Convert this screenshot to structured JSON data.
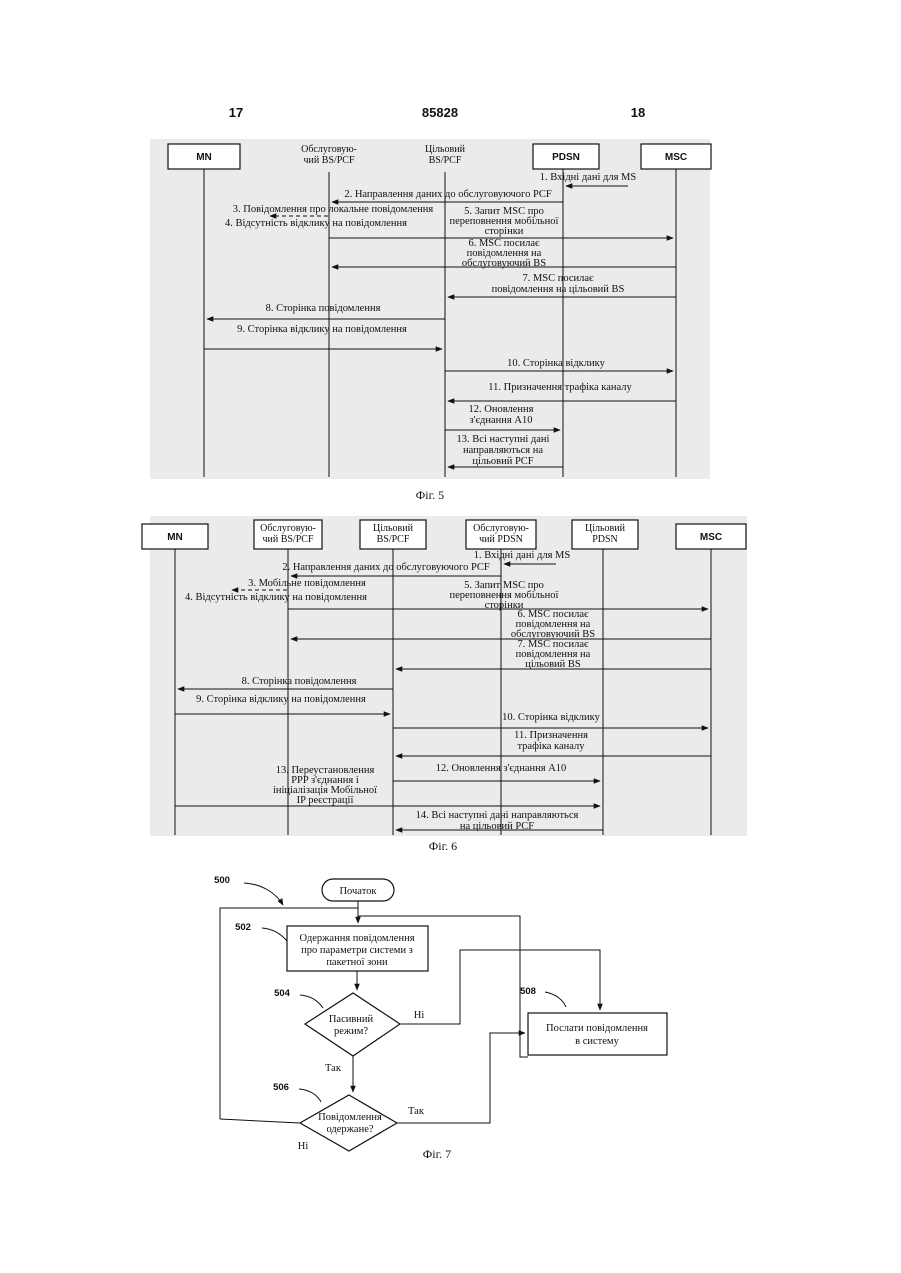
{
  "header": {
    "left": "17",
    "center": "85828",
    "right": "18"
  },
  "fig5": {
    "caption": "Фіг. 5",
    "entities": [
      "MN",
      "Обслуговую-\nчий BS/PCF",
      "Цільовий\nBS/PCF",
      "PDSN",
      "MSC"
    ],
    "messages": [
      "1. Вхідні  дані для MS",
      "2. Направлення даних  до обслуговуючого PCF",
      "3. Повідомлення про  локальне повідомлення",
      "4. Відсутність відклику  на повідомлення",
      "5. Запит MSC про\nпереповнення мобільної\nсторінки",
      "6. MSC посилає\nповідомлення на\nобслуговуючий BS",
      "7. MSC   посилає\nповідомлення  на цільовий BS",
      "8. Сторінка  повідомлення",
      "9. Сторінка відклику  на повідомлення",
      "10. Сторінка  відклику",
      "11. Призначення  трафіка каналу",
      "12. Оновлення\nз'єднання A10",
      "13. Всі наступні дані\nнаправляються на\nцільовий PCF"
    ]
  },
  "fig6": {
    "caption": "Фіг. 6",
    "entities": [
      "MN",
      "Обслуговую-\nчий BS/PCF",
      "Цільовий\nBS/PCF",
      "Обслуговую-\nчий PDSN",
      "Цільовий\nPDSN",
      "MSC"
    ],
    "messages": [
      "1. Вхідні дані для MS",
      "2. Направлення даних  до обслуговуючого PCF",
      "3. Мобільне повідомлення",
      "4. Відсутність відклику  на повідомлення",
      "5. Запит MSC  про\nпереповнення  мобільної\nсторінки",
      "6. MSC посилає\nповідомлення на\nобслуговуючий BS",
      "7. MSC посилає\nповідомлення на\nцільовий BS",
      "8. Сторінка  повідомлення",
      "9. Сторінка відклику  на повідомлення",
      "10. Сторінка відклику",
      "11. Призначення\nтрафіка каналу",
      "12. Оновлення  з'єднання A10",
      "13. Переустановлення\nPPP з'єднання і\nініціалізація Мобільної\nIP реєстрації",
      "14. Всі наступні дані  направляються\nна цільовий  PCF"
    ]
  },
  "fig7": {
    "caption": "Фіг. 7",
    "ref_500": "500",
    "start": "Початок",
    "ref_502": "502",
    "step_502": "Одержання повідомлення\nпро параметри системи з\nпакетної зони",
    "ref_504": "504",
    "dec_504": "Пасивний\nрежим?",
    "ref_508": "508",
    "step_508": "Послати повідомлення\nв систему",
    "ref_506": "506",
    "dec_506": "Повідомлення\nодержане?",
    "label_no_504": "Ні",
    "label_yes_504": "Так",
    "label_yes_506": "Так",
    "label_no_506": "Ні"
  },
  "colors": {
    "ink": "#111111",
    "paper": "#ffffff",
    "scan_bg": "#ebebeb"
  }
}
